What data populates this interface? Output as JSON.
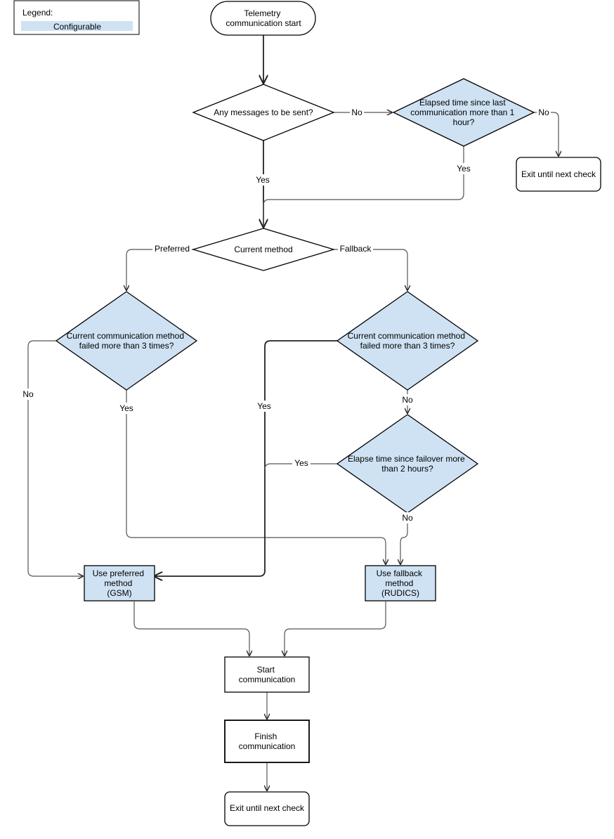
{
  "legend": {
    "title": "Legend:",
    "configurable_label": "Configurable",
    "configurable_color": "#cfe2f3"
  },
  "colors": {
    "configurable_fill": "#cfe2f3",
    "stroke": "#000000",
    "line": "#555555",
    "background": "#ffffff"
  },
  "nodes": {
    "start": {
      "lines": [
        "Telemetry",
        "communication start"
      ]
    },
    "any_messages": {
      "lines": [
        "Any messages to be sent?"
      ]
    },
    "elapsed_1h": {
      "lines": [
        "Elapsed time since last",
        "communication more than 1",
        "hour?"
      ]
    },
    "exit_top": {
      "lines": [
        "Exit until next check"
      ]
    },
    "current_method": {
      "lines": [
        "Current method"
      ]
    },
    "pref_failed": {
      "lines": [
        "Current communication method",
        "failed more than 3 times?"
      ]
    },
    "fb_failed": {
      "lines": [
        "Current communication method",
        "failed more than 3 times?"
      ]
    },
    "failover_2h": {
      "lines": [
        "Elapse time since failover more",
        "than 2 hours?"
      ]
    },
    "use_pref": {
      "lines": [
        "Use preferred",
        "method",
        "(GSM)"
      ]
    },
    "use_fb": {
      "lines": [
        "Use fallback",
        "method",
        "(RUDICS)"
      ]
    },
    "start_comm": {
      "lines": [
        "Start",
        "communication"
      ]
    },
    "finish_comm": {
      "lines": [
        "Finish",
        "communication"
      ]
    },
    "exit_bottom": {
      "lines": [
        "Exit until next check"
      ]
    }
  },
  "edge_labels": {
    "any_no": "No",
    "elapsed_no": "No",
    "any_yes": "Yes",
    "elapsed_yes": "Yes",
    "preferred": "Preferred",
    "fallback": "Fallback",
    "pref_no": "No",
    "pref_yes": "Yes",
    "fb_yes": "Yes",
    "fb_no": "No",
    "failover_yes": "Yes",
    "failover_no": "No"
  }
}
